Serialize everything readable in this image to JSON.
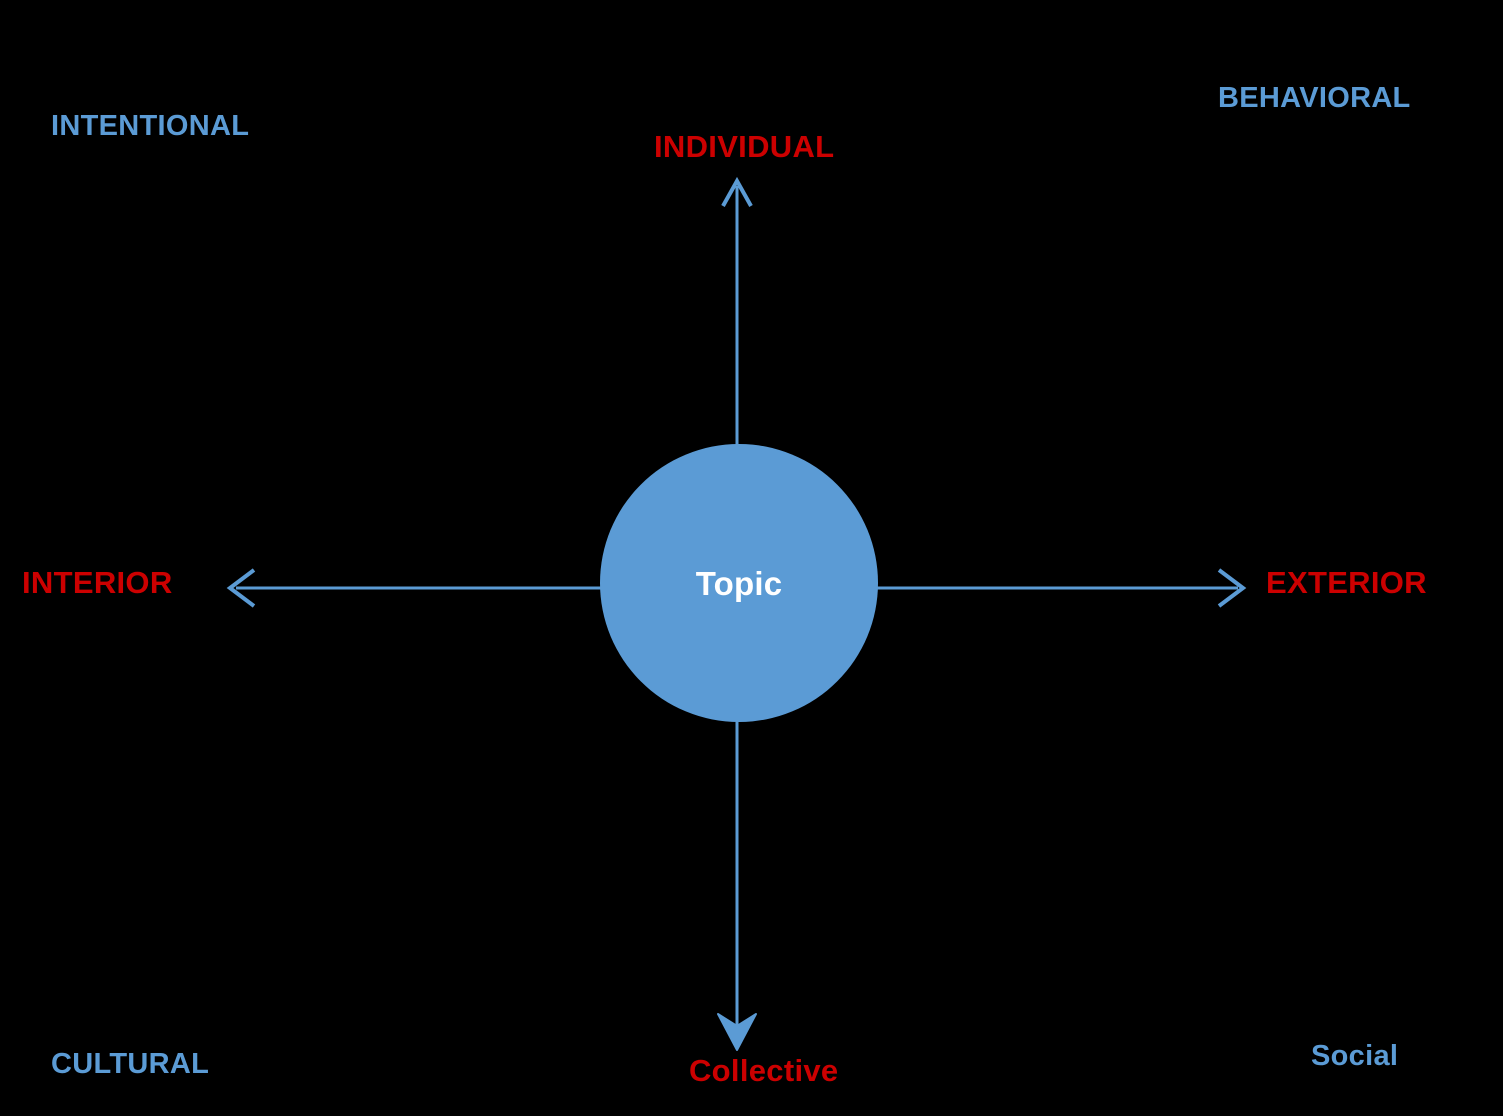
{
  "diagram": {
    "title": "Integral Quadrants Topic Diagram",
    "background_color": "#000000",
    "accent_blue": "#5b9bd5",
    "accent_red": "#cc0000",
    "center": {
      "label": "Topic",
      "shape": "circle",
      "fill": "#5b9bd5",
      "text_color": "#ffffff"
    },
    "axes": {
      "vertical": {
        "top_label": "INDIVIDUAL",
        "bottom_label": "Collective",
        "color": "#5b9bd5",
        "label_color": "#cc0000"
      },
      "horizontal": {
        "left_label": "INTERIOR",
        "right_label": "EXTERIOR",
        "color": "#5b9bd5",
        "label_color": "#cc0000"
      }
    },
    "quadrants": [
      {
        "position": "upper-left",
        "label": "INTENTIONAL",
        "color": "#5b9bd5"
      },
      {
        "position": "upper-right",
        "label": "BEHAVIORAL",
        "color": "#5b9bd5"
      },
      {
        "position": "lower-left",
        "label": "CULTURAL",
        "color": "#5b9bd5"
      },
      {
        "position": "lower-right",
        "label": "Social",
        "color": "#5b9bd5"
      }
    ]
  }
}
